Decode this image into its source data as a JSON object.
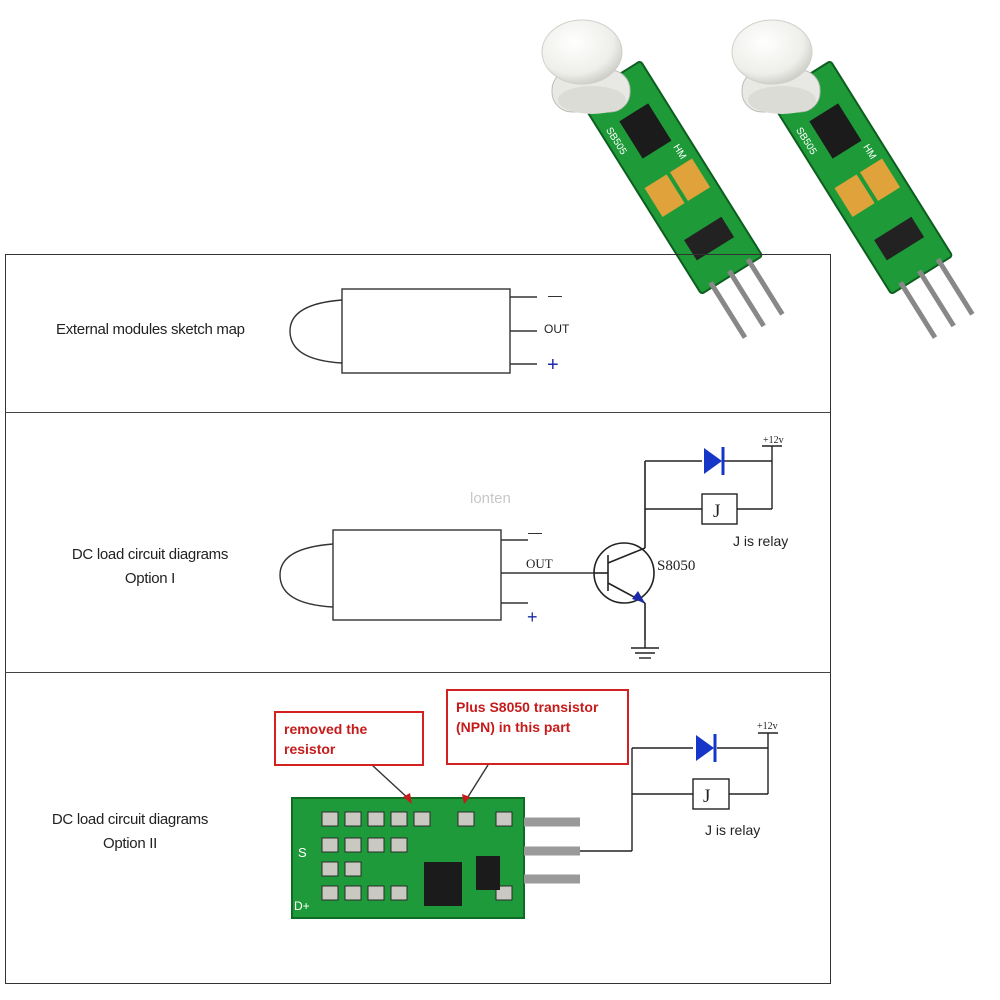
{
  "panels": {
    "row1": {
      "label": "External modules sketch map"
    },
    "row2": {
      "label_line1": "DC load circuit diagrams",
      "label_line2": "Option  I"
    },
    "row3": {
      "label_line1": "DC load circuit diagrams",
      "label_line2": "Option II"
    }
  },
  "sensor_pins": {
    "minus": "—",
    "out": "OUT",
    "plus": "+"
  },
  "circuit1": {
    "out_label": "OUT",
    "minus": "—",
    "plus": "+",
    "transistor": "S8050",
    "supply": "+12v",
    "relay_letter": "J",
    "relay_note": "J is relay"
  },
  "circuit2": {
    "supply": "+12v",
    "relay_letter": "J",
    "relay_note": "J is relay"
  },
  "callouts": {
    "resistor": "removed the resistor",
    "transistor_line1": "Plus S8050 transistor",
    "transistor_line2": "(NPN) in this part"
  },
  "board_text": {
    "model": "HM",
    "chip": "SB505",
    "s": "S",
    "dplus": "D+"
  },
  "watermark": "lonten",
  "colors": {
    "pcb": "#1f9a3a",
    "dome": "#f2f2ef",
    "callout": "#d32020",
    "diode": "#1636c8"
  }
}
